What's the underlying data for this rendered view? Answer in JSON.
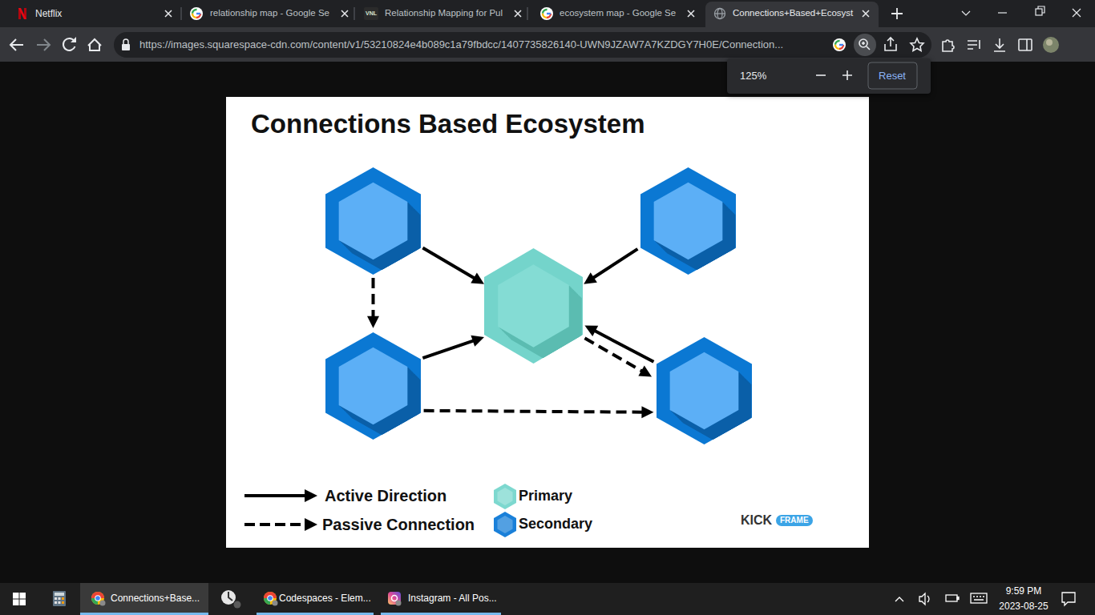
{
  "diagram": {
    "title": "Connections Based Ecosystem",
    "nodes": [
      {
        "text": []
      },
      {
        "text": []
      },
      {
        "text": []
      },
      {
        "text": []
      },
      {
        "text": []
      }
    ],
    "edges": [
      {
        "from": 0,
        "to": 2,
        "arrow": "to"
      },
      {
        "from": 1,
        "to": 2,
        "arrow": "to"
      },
      {
        "from": 0,
        "to": 3,
        "arrow": "to"
      },
      {
        "from": 3,
        "to": 2,
        "arrow": "to"
      },
      {
        "from": 4,
        "to": 2,
        "arrow": "to"
      },
      {
        "from": 2,
        "to": 4,
        "arrow": "to"
      },
      {
        "from": 3,
        "to": 4,
        "arrow": "to"
      }
    ],
    "labels": [
      "Netflix",
      "relationship map - Google Se",
      "VNL",
      "Relationship Mapping for Pul",
      "ecosystem map - Google Se",
      "Connections+Based+Ecosyst",
      "https://images.squarespace-cdn.com/content/v1/53210824e4b089c1a79fbdcc/1407735826140-UWN9JZAW7A7KZDGY7H0E/Connection...",
      "125%",
      "Reset",
      "KICK",
      "FRAME",
      "Connections+Base...",
      "Codespaces - Elem...",
      "Instagram - All Pos...",
      "9:59 PM",
      "2023-08-25"
    ],
    "legend": [
      {
        "text": "Active Direction"
      },
      {
        "text": "Passive Connection"
      },
      {
        "text": "Primary",
        "color": "#7dd8cf"
      },
      {
        "text": "Secondary",
        "color": "#1a80d9"
      }
    ]
  }
}
